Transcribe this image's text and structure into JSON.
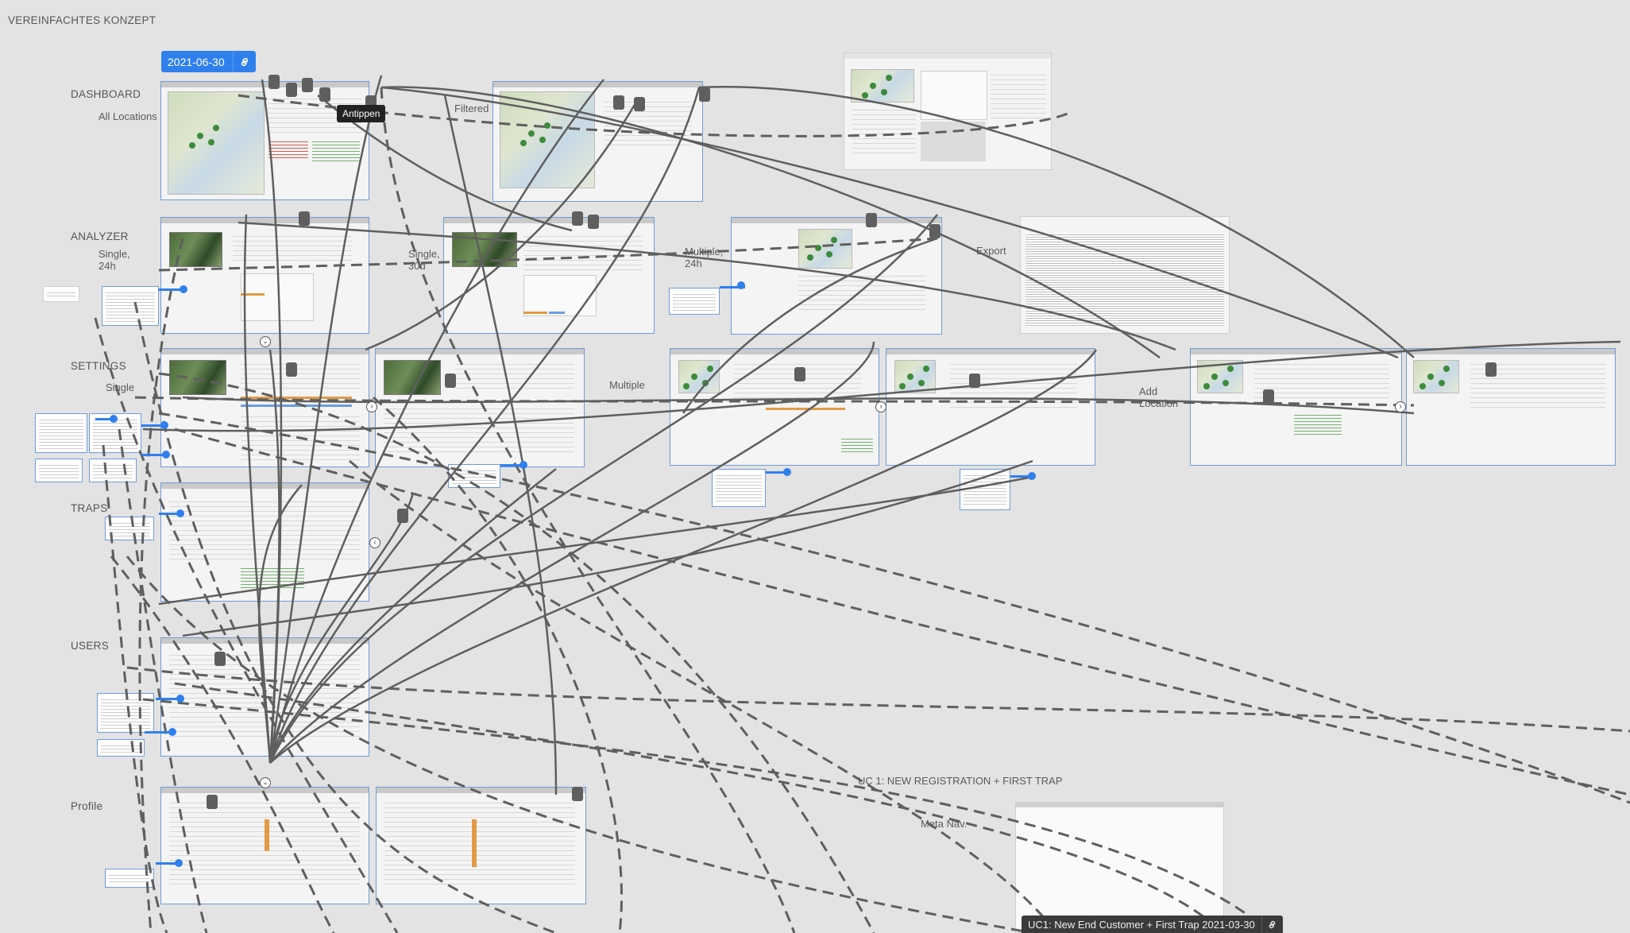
{
  "board": {
    "title": "VEREINFACHTES KONZEPT",
    "date_label": "2021-06-30",
    "tooltip": "Antippen",
    "bottom_label": "UC1: New End Customer + First Trap 2021-03-30"
  },
  "sections": {
    "dashboard": "DASHBOARD",
    "analyzer": "ANALYZER",
    "settings": "SETTINGS",
    "traps": "TRAPS",
    "users": "USERS",
    "profile": "Profile"
  },
  "annotations": {
    "all_locations": "All Locations",
    "filtered": "Filtered",
    "single_24h": "Single,\n24h",
    "single_30d": "Single,\n30d",
    "multiple_24h": "Multiple,\n24h",
    "export": "Export",
    "single": "Single",
    "multiple": "Multiple",
    "add_location": "Add\nLocation",
    "uc1": "UC 1: NEW REGISTRATION + FIRST TRAP",
    "meta_nav": "Meta Nav."
  },
  "colors": {
    "canvas": "#e3e3e3",
    "selection": "#2f80ed",
    "connector": "#5f5f5f",
    "frame_border": "#6d9cdb"
  },
  "icons": {
    "link": "link-icon",
    "connector": "connector-plug-icon"
  }
}
